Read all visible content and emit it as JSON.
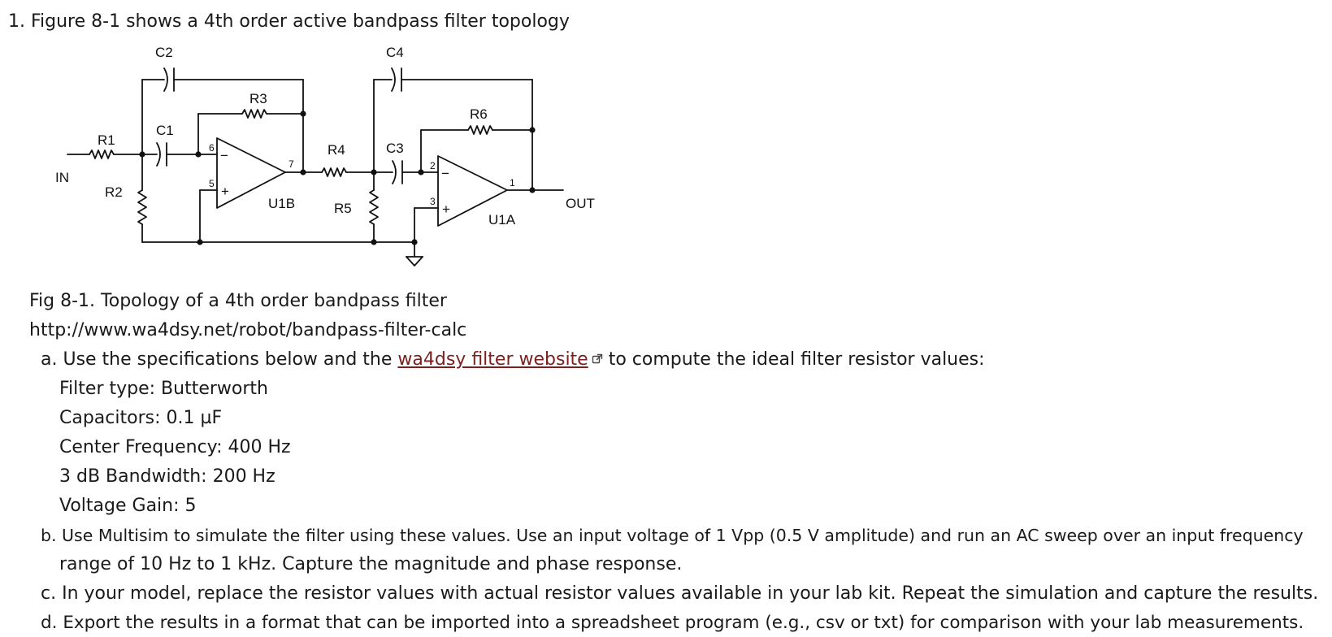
{
  "question": {
    "title": "1. Figure 8-1 shows a 4th order active bandpass filter topology"
  },
  "schematic": {
    "labels": {
      "c1": "C1",
      "c2": "C2",
      "c3": "C3",
      "c4": "C4",
      "r1": "R1",
      "r2": "R2",
      "r3": "R3",
      "r4": "R4",
      "r5": "R5",
      "r6": "R6",
      "u1a": "U1A",
      "u1b": "U1B",
      "in": "IN",
      "out": "OUT",
      "minus": "−",
      "plus": "+",
      "pin1": "1",
      "pin2": "2",
      "pin3": "3",
      "pin5": "5",
      "pin6": "6",
      "pin7": "7"
    }
  },
  "figure": {
    "caption": "Fig 8-1. Topology of a 4th order bandpass filter",
    "url": "http://www.wa4dsy.net/robot/bandpass-filter-calc"
  },
  "items": {
    "a": {
      "prefix": "a. Use the specifications below and the ",
      "link": "wa4dsy filter website",
      "suffix": " to compute the ideal filter resistor values:",
      "specs": [
        "Filter type: Butterworth",
        "Capacitors: 0.1 µF",
        "Center Frequency: 400 Hz",
        "3 dB Bandwidth: 200 Hz",
        "Voltage Gain: 5"
      ]
    },
    "b": {
      "line1": "b. Use Multisim to simulate the filter using these values. Use an input voltage of 1 Vpp (0.5 V amplitude) and run an AC sweep over an input frequency",
      "line2": "range of 10 Hz to 1 kHz. Capture the magnitude and phase response."
    },
    "c": "c. In your model, replace the resistor values with actual resistor values available in your lab kit. Repeat the simulation and capture the results.",
    "d": "d. Export the results in a format that can be imported into a spreadsheet program (e.g., csv or txt) for comparison with your lab measurements."
  },
  "colors": {
    "text": "#1a1a1a",
    "link": "#7b1f1f"
  },
  "icons": {
    "link_icon": "external-link-icon"
  }
}
